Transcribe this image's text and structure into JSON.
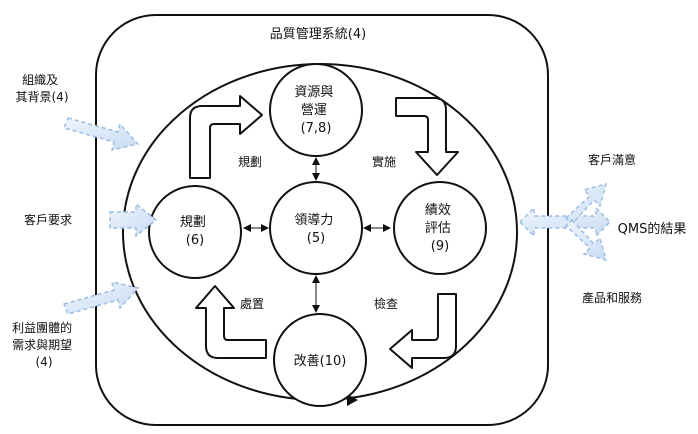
{
  "title": "品質管理系統(4)",
  "inputs": {
    "org_context": [
      "組織及",
      "其背景(4)"
    ],
    "customer_requirements": "客戶要求",
    "stakeholder_needs": [
      "利益團體的",
      "需求與期望",
      "(4)"
    ]
  },
  "outputs": {
    "customer_satisfaction": "客戶滿意",
    "qms_results": "QMS的結果",
    "products_services": "產品和服務"
  },
  "nodes": {
    "planning": [
      "規劃",
      "(6)"
    ],
    "support_operation": [
      "資源與",
      "營運",
      "(7,8)"
    ],
    "leadership": [
      "領導力",
      "(5)"
    ],
    "evaluation": [
      "績效",
      "評估",
      "(9)"
    ],
    "improvement": "改善(10)"
  },
  "cycle_labels": {
    "plan": "規劃",
    "do": "實施",
    "check": "檢查",
    "act": "處置"
  },
  "colors": {
    "stroke": "#111111",
    "input_arrow_fill": "#dbe7f6",
    "input_arrow_stroke": "#9bbde4"
  }
}
